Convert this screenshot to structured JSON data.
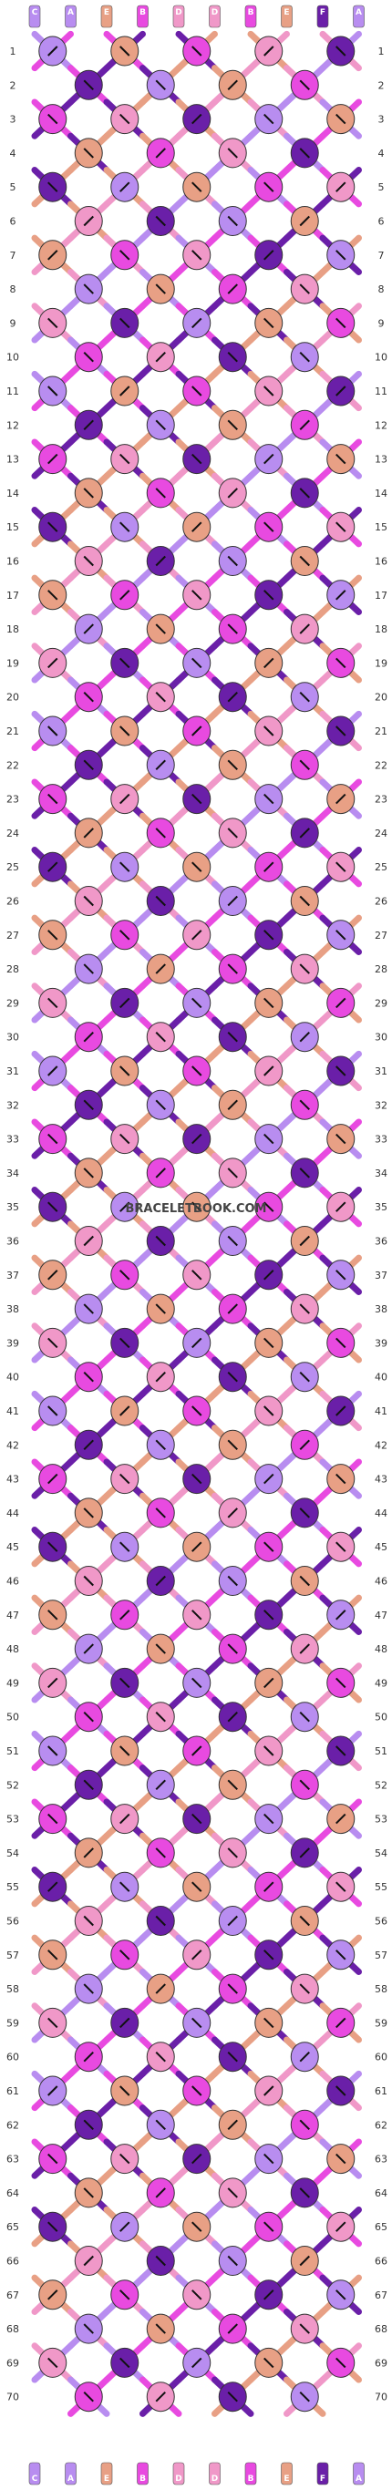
{
  "watermark": "BRACELETBOOK.COM",
  "row_count": 70,
  "strings": [
    {
      "label": "C",
      "color": "#B88DF0"
    },
    {
      "label": "A",
      "color": "#B88DF0"
    },
    {
      "label": "E",
      "color": "#E8A085"
    },
    {
      "label": "B",
      "color": "#E84AE0"
    },
    {
      "label": "D",
      "color": "#F098C8"
    },
    {
      "label": "D",
      "color": "#F098C8"
    },
    {
      "label": "B",
      "color": "#E84AE0"
    },
    {
      "label": "E",
      "color": "#E8A085"
    },
    {
      "label": "F",
      "color": "#6A1FA8"
    },
    {
      "label": "A",
      "color": "#B88DF0"
    }
  ],
  "palette": {
    "lavender": "#B88DF0",
    "salmon": "#E8A085",
    "magenta": "#E84AE0",
    "pink": "#F098C8",
    "purple": "#6A1FA8"
  }
}
